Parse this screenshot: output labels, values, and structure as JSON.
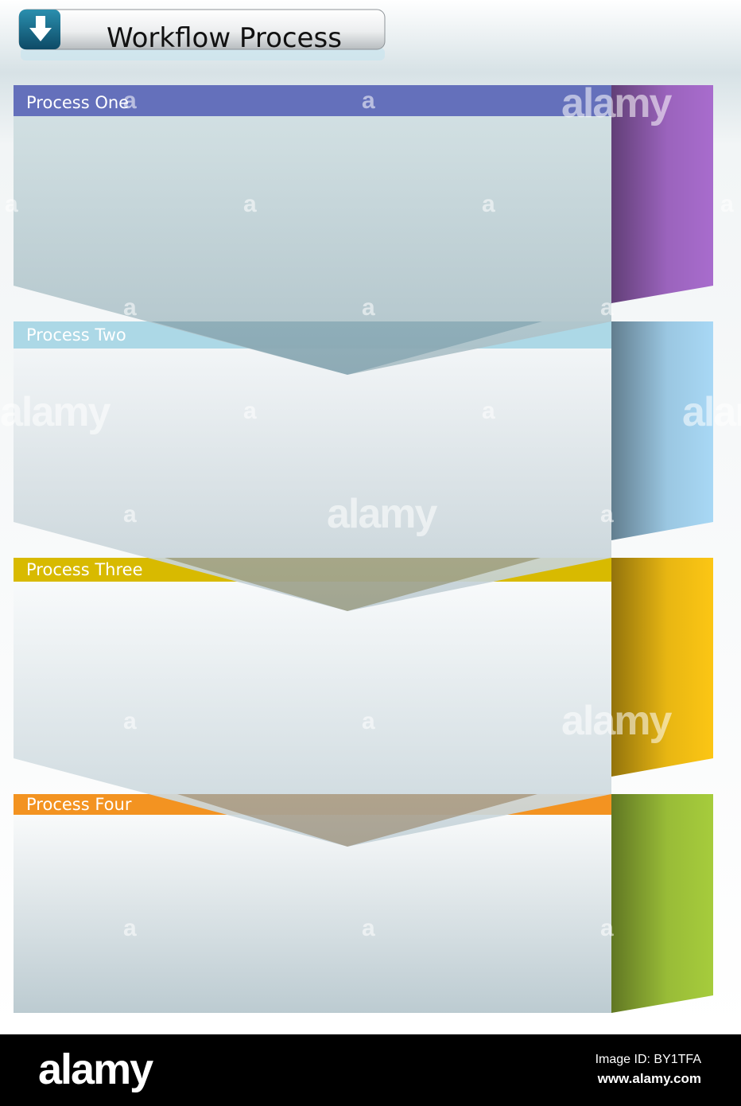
{
  "title": "Workflow Process",
  "steps": [
    {
      "label": "Process One",
      "bar_color": "#6470bb",
      "side_color": "#a86ccd"
    },
    {
      "label": "Process Two",
      "bar_color": "#acd8e6",
      "side_color": "#a8d8f5"
    },
    {
      "label": "Process Three",
      "bar_color": "#d8ba00",
      "side_color": "#fcc614"
    },
    {
      "label": "Process Four",
      "bar_color": "#f39321",
      "side_color": "#a6cc3c"
    }
  ],
  "watermark": {
    "big": "alamy",
    "small": "a"
  },
  "footer": {
    "logo": "alamy",
    "image_id": "Image ID: BY1TFA",
    "site": "www.alamy.com"
  }
}
